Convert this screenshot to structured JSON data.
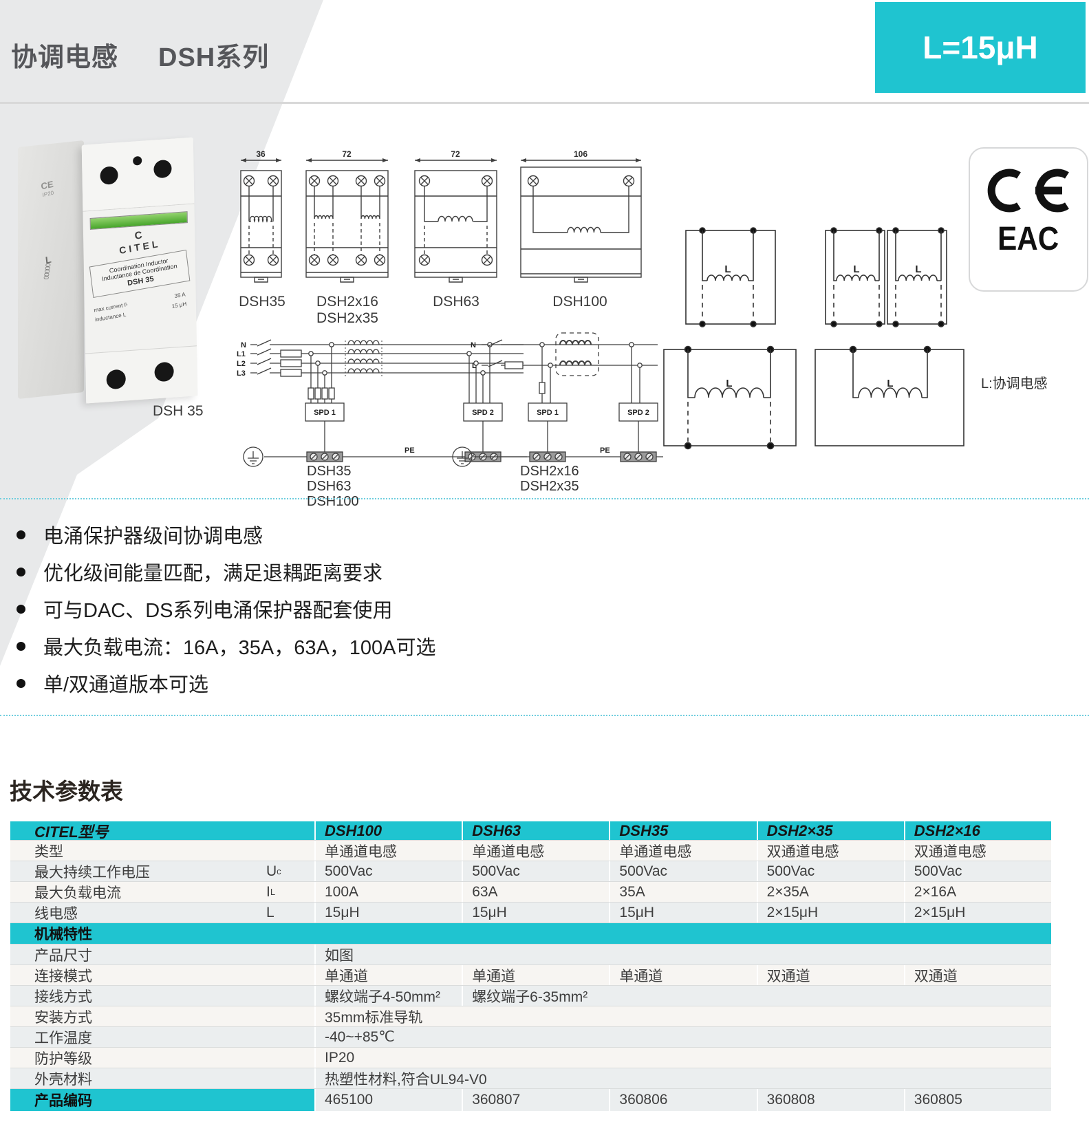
{
  "colors": {
    "accent": "#1fc4d0",
    "stripe_light": "#f7f5f2",
    "stripe_gray": "#ebeeef",
    "green": "#47a52b"
  },
  "page": {
    "title_cn": "协调电感",
    "title_series": "DSH系列",
    "badge": "L=15μH"
  },
  "photo": {
    "caption": "DSH 35",
    "brand_initial": "C",
    "brand": "CITEL",
    "label_lines": [
      "Coordination Inductor",
      "Inductance de Coordination",
      "DSH 35"
    ],
    "spec_left_1": "max current  Iᴸ",
    "spec_left_2": "inductance  L",
    "spec_right_1": "35 A",
    "spec_right_2": "15 μH",
    "side_mark_1": "CE",
    "side_mark_2": "IP20",
    "side_l": "L"
  },
  "drawings": {
    "items": [
      {
        "dim": "36",
        "label": "DSH35",
        "label2": ""
      },
      {
        "dim": "72",
        "label": "DSH2x16",
        "label2": "DSH2x35"
      },
      {
        "dim": "72",
        "label": "DSH63",
        "label2": ""
      },
      {
        "dim": "106",
        "label": "DSH100",
        "label2": ""
      }
    ]
  },
  "wiring": {
    "left": {
      "lines": [
        "N",
        "L1",
        "L2",
        "L3"
      ],
      "spd1": "SPD 1",
      "spd2": "SPD 2",
      "pe": "PE",
      "models": [
        "DSH35",
        "DSH63",
        "DSH100"
      ]
    },
    "right": {
      "lines": [
        "N",
        "L"
      ],
      "spd1": "SPD 1",
      "spd2": "SPD 2",
      "pe": "PE",
      "models": [
        "DSH2x16",
        "DSH2x35"
      ]
    }
  },
  "schematics": {
    "coil_label": "L",
    "note": "L:协调电感"
  },
  "certs": {
    "ce": "CE",
    "eac": "EAC"
  },
  "features": [
    "电涌保护器级间协调电感",
    "优化级间能量匹配，满足退耦距离要求",
    "可与DAC、DS系列电涌保护器配套使用",
    "最大负载电流：16A，35A，63A，100A可选",
    "单/双通道版本可选"
  ],
  "table": {
    "heading": "技术参数表",
    "header": {
      "model_col": "CITEL型号",
      "models": [
        "DSH100",
        "DSH63",
        "DSH35",
        "DSH2×35",
        "DSH2×16"
      ]
    },
    "rows": [
      {
        "label": "类型",
        "sym": "",
        "sub": "",
        "values": [
          "单通道电感",
          "单通道电感",
          "单通道电感",
          "双通道电感",
          "双通道电感"
        ],
        "shade": "a"
      },
      {
        "label": "最大持续工作电压",
        "sym": "U",
        "sub": "c",
        "values": [
          "500Vac",
          "500Vac",
          "500Vac",
          "500Vac",
          "500Vac"
        ],
        "shade": "b"
      },
      {
        "label": "最大负载电流",
        "sym": "I",
        "sub": "L",
        "values": [
          "100A",
          "63A",
          "35A",
          "2×35A",
          "2×16A"
        ],
        "shade": "a"
      },
      {
        "label": "线电感",
        "sym": "L",
        "sub": "",
        "values": [
          "15μH",
          "15μH",
          "15μH",
          "2×15μH",
          "2×15μH"
        ],
        "shade": "b"
      },
      {
        "section": "机械特性"
      },
      {
        "label": "产品尺寸",
        "sym": "",
        "sub": "",
        "values": [
          "如图",
          "",
          "",
          "",
          ""
        ],
        "shade": "b"
      },
      {
        "label": "连接模式",
        "sym": "",
        "sub": "",
        "values": [
          "单通道",
          "单通道",
          "单通道",
          "双通道",
          "双通道"
        ],
        "shade": "a"
      },
      {
        "label": "接线方式",
        "sym": "",
        "sub": "",
        "values": [
          "螺纹端子4-50mm²",
          "螺纹端子6-35mm²",
          "",
          "",
          ""
        ],
        "shade": "b"
      },
      {
        "label": "安装方式",
        "sym": "",
        "sub": "",
        "values": [
          "35mm标准导轨",
          "",
          "",
          "",
          ""
        ],
        "shade": "a"
      },
      {
        "label": "工作温度",
        "sym": "",
        "sub": "",
        "values": [
          "-40~+85℃",
          "",
          "",
          "",
          ""
        ],
        "shade": "b"
      },
      {
        "label": "防护等级",
        "sym": "",
        "sub": "",
        "values": [
          "IP20",
          "",
          "",
          "",
          ""
        ],
        "shade": "a"
      },
      {
        "label": "外壳材料",
        "sym": "",
        "sub": "",
        "values": [
          "热塑性材料,符合UL94-V0",
          "",
          "",
          "",
          ""
        ],
        "shade": "b"
      },
      {
        "label": "产品编码",
        "code_row": true,
        "values": [
          "465100",
          "360807",
          "360806",
          "360808",
          "360805"
        ],
        "shade": "b"
      }
    ]
  }
}
